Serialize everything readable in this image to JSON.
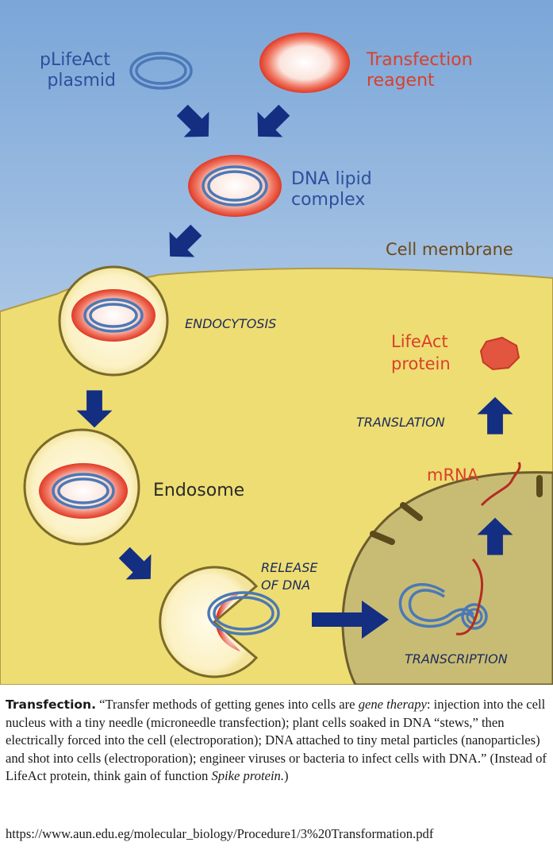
{
  "diagram": {
    "plasmid_label": [
      "pLifeAct",
      "plasmid"
    ],
    "reagent_label": [
      "Transfection",
      "reagent"
    ],
    "complex_label": [
      "DNA lipid",
      "complex"
    ],
    "membrane_label": "Cell membrane",
    "endocytosis_label": "ENDOCYTOSIS",
    "endosome_label": "Endosome",
    "release_label": [
      "RELEASE",
      "OF DNA"
    ],
    "transcription_label": "TRANSCRIPTION",
    "mrna_label": "mRNA",
    "translation_label": "TRANSLATION",
    "protein_label": [
      "LifeAct",
      "protein"
    ],
    "colors": {
      "sky_top": "#7aa6d8",
      "sky_bottom": "#dfe9f3",
      "cytoplasm": "#eedd72",
      "nucleus": "#c9bd74",
      "arrow": "#142e82",
      "plasmid": "#4b78b7",
      "lipid": "#e24a34",
      "protein": "#e2553f",
      "label_blue": "#2e4f9c",
      "label_red": "#d9402c",
      "label_brown": "#6b4a1c"
    }
  },
  "caption": {
    "lead": "Transfection.",
    "text_1": " “Transfer methods of getting genes into cells are ",
    "emphasis": "gene therapy",
    "text_2": ": injection into the cell nucleus with a tiny needle (microneedle transfection); plant cells soaked in DNA “stews,” then electrically forced into the cell (electroporation); DNA attached to tiny metal particles (nanoparticles) and shot into cells (electroporation); engineer viruses or bacteria to infect cells with DNA.” (Instead of LifeAct protein, think gain of function ",
    "emphasis_2": "Spike protein.",
    "text_3": ")",
    "source": "https://www.aun.edu.eg/molecular_biology/Procedure1/3%20Transformation.pdf"
  }
}
